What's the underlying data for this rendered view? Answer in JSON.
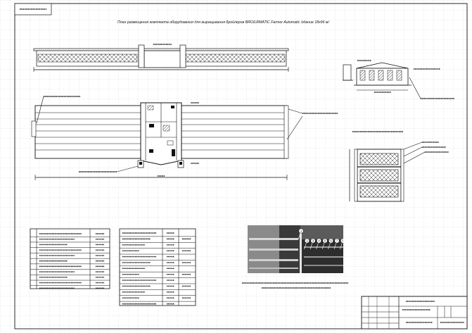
{
  "drawing": {
    "title": "План размещения комплекта оборудования для выращивания бройлеров BROILRMATIC Farmer Automatic /здание 18х96 м/"
  },
  "views": {
    "side_elevation": "side-elevation",
    "plan_view": "plan-view",
    "end_elevation": "end-elevation",
    "cage_cross_section": "cage-cross-section"
  },
  "tables": {
    "left_rows": 10,
    "right_rows": 12
  },
  "photo": {
    "callouts": [
      "1",
      "2",
      "3",
      "4",
      "5",
      "6",
      "7",
      "8"
    ]
  },
  "colors": {
    "line": "#111111",
    "grid": "#c8c8c8",
    "photo_dark": "#3a3a3a"
  }
}
